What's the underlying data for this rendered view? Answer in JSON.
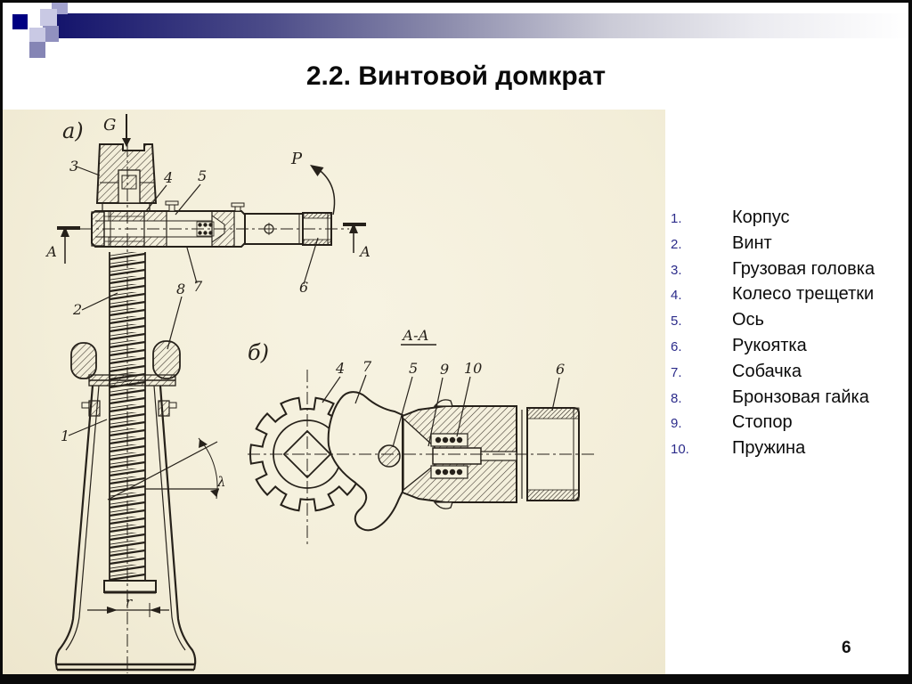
{
  "slide": {
    "title": "2.2. Винтовой домкрат",
    "page_number": "6"
  },
  "parts_list": {
    "items": [
      {
        "num": "1.",
        "label": "Корпус"
      },
      {
        "num": "2.",
        "label": "Винт"
      },
      {
        "num": "3.",
        "label": "Грузовая головка"
      },
      {
        "num": "4.",
        "label": "Колесо трещетки"
      },
      {
        "num": "5.",
        "label": "Ось"
      },
      {
        "num": "6.",
        "label": "Рукоятка"
      },
      {
        "num": "7.",
        "label": "Собачка"
      },
      {
        "num": "8.",
        "label": "Бронзовая гайка"
      },
      {
        "num": "9.",
        "label": "Стопор"
      },
      {
        "num": "10.",
        "label": "Пружина"
      }
    ]
  },
  "figure": {
    "view_a": "а)",
    "view_b": "б)",
    "section": "А-А",
    "force_down": "G",
    "force_handle": "P",
    "cut_left": "А",
    "cut_right": "А",
    "lead_angle": "λ",
    "radius": "r",
    "a_callouts": {
      "n1": "1",
      "n2": "2",
      "n3": "3",
      "n4": "4",
      "n5": "5",
      "n6": "6",
      "n7": "7",
      "n8": "8"
    },
    "b_callouts": {
      "n4": "4",
      "n5": "5",
      "n6": "6",
      "n7": "7",
      "n9": "9",
      "n10": "10"
    }
  },
  "colors": {
    "accent_navy": "#000082",
    "header_gradient_start": "#14146c",
    "header_gradient_end": "#ffffff",
    "scan_paper": "#f3eed9",
    "drawing_ink": "#26211a",
    "list_number_blue": "#2b2b8a"
  }
}
